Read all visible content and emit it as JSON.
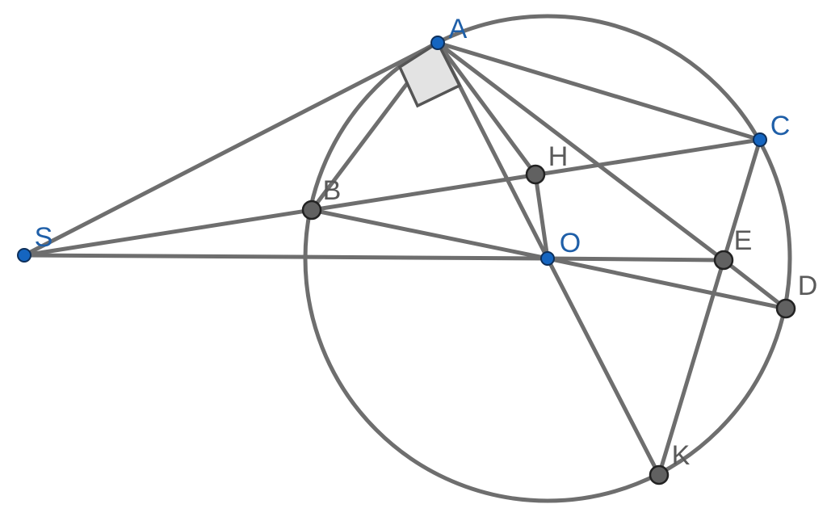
{
  "figure": {
    "points": [
      {
        "id": "A",
        "label": "A",
        "kind": "free"
      },
      {
        "id": "B",
        "label": "B",
        "kind": "dependent"
      },
      {
        "id": "C",
        "label": "C",
        "kind": "free"
      },
      {
        "id": "D",
        "label": "D",
        "kind": "dependent"
      },
      {
        "id": "E",
        "label": "E",
        "kind": "dependent"
      },
      {
        "id": "H",
        "label": "H",
        "kind": "dependent"
      },
      {
        "id": "K",
        "label": "K",
        "kind": "dependent"
      },
      {
        "id": "O",
        "label": "O",
        "kind": "free"
      },
      {
        "id": "S",
        "label": "S",
        "kind": "free"
      }
    ],
    "segments": [
      [
        "S",
        "A"
      ],
      [
        "S",
        "B"
      ],
      [
        "B",
        "C"
      ],
      [
        "S",
        "O"
      ],
      [
        "O",
        "E"
      ],
      [
        "A",
        "B"
      ],
      [
        "A",
        "C"
      ],
      [
        "A",
        "O"
      ],
      [
        "A",
        "H"
      ],
      [
        "A",
        "E"
      ],
      [
        "E",
        "D"
      ],
      [
        "H",
        "O"
      ],
      [
        "B",
        "O"
      ],
      [
        "O",
        "D"
      ],
      [
        "O",
        "K"
      ],
      [
        "C",
        "K"
      ]
    ],
    "circle": {
      "center": "O",
      "through": "A"
    },
    "right_angle_at": "A",
    "colors": {
      "line": "#6e6e6e",
      "free_point_fill": "#1565c0",
      "free_label": "#1f5fa8",
      "dependent_point_fill": "#616161",
      "dependent_label": "#5a5a5a",
      "right_angle_fill": "#e3e3e3"
    }
  }
}
